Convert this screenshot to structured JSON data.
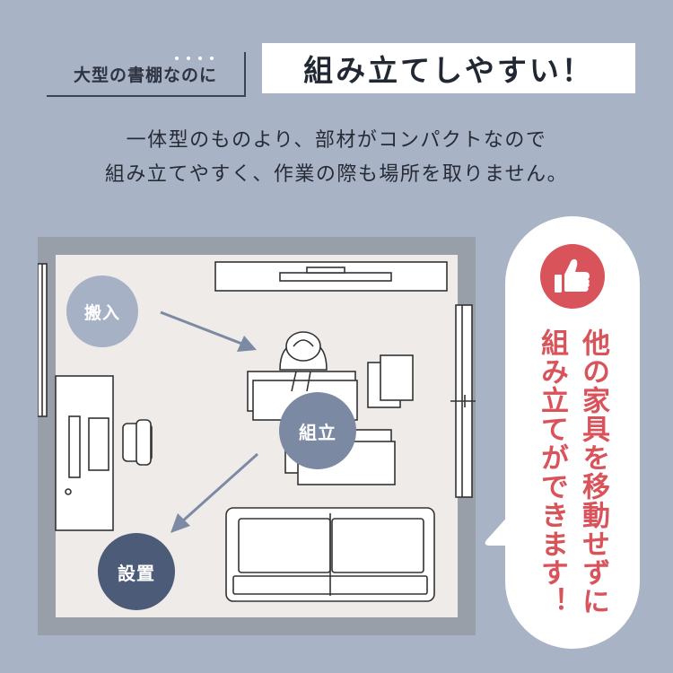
{
  "header": {
    "tagline": "大型の書棚なのに",
    "headline": "組み立てしやすい！"
  },
  "description": {
    "line1": "一体型のものより、部材がコンパクトなので",
    "line2": "組み立てやすく、作業の際も場所を取りません。"
  },
  "room": {
    "labels": {
      "carry_in": "搬入",
      "assemble": "組立",
      "install": "設置"
    },
    "icons": [
      "person-icon",
      "sofa-icon",
      "tv-icon",
      "desk-icon",
      "chair-icon",
      "arrow-icon"
    ]
  },
  "callout": {
    "icon": "thumbs-up-icon",
    "col1": "他の家具を移動せずに",
    "col2": "組み立てができます！"
  },
  "colors": {
    "background": "#a9b3c6",
    "floor": "#efebe8",
    "wall": "#999fa8",
    "label_light": "#a6b1c6",
    "label_mid": "#7b89a3",
    "label_dark": "#4c5b77",
    "accent": "#d9535b"
  }
}
